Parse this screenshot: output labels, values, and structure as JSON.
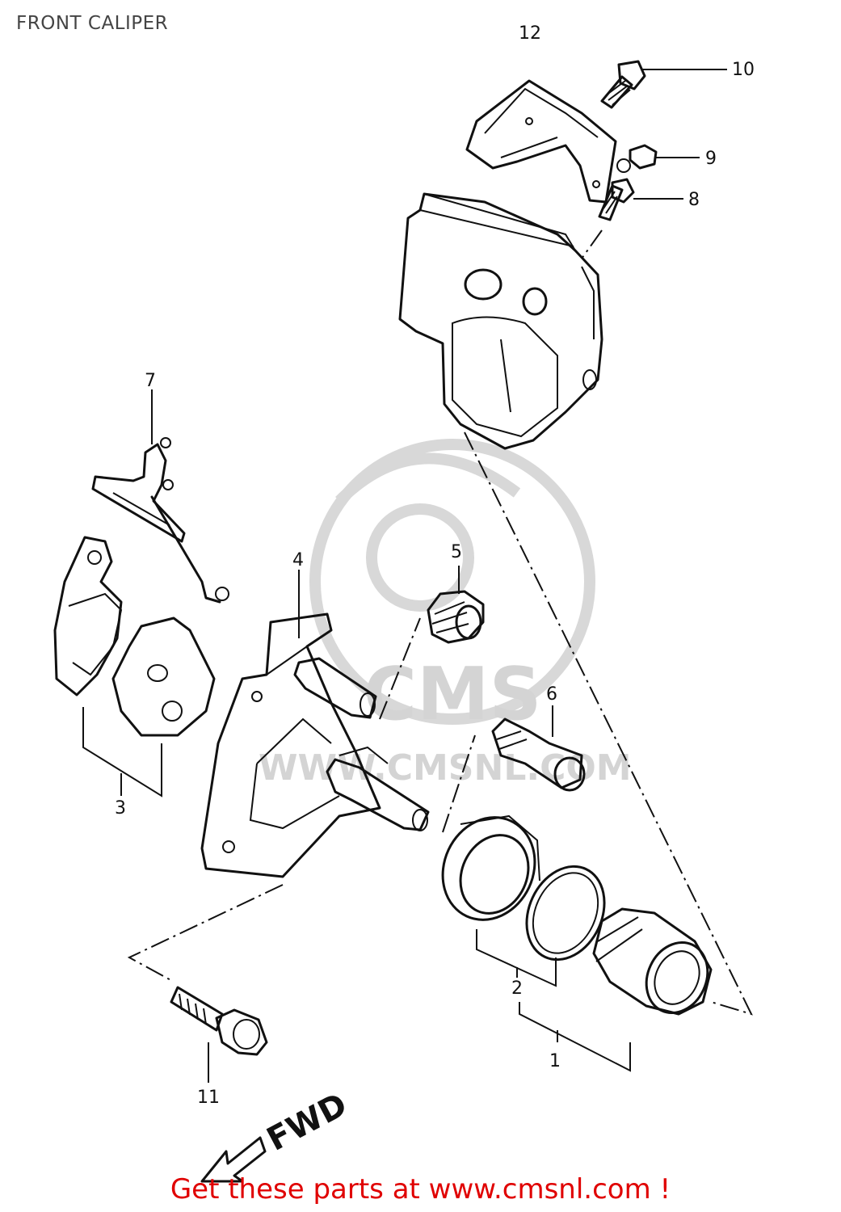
{
  "header": {
    "title": "FRONT CALIPER"
  },
  "callouts": {
    "c1": "1",
    "c2": "2",
    "c3": "3",
    "c4": "4",
    "c5": "5",
    "c6": "6",
    "c7": "7",
    "c8": "8",
    "c9": "9",
    "c10": "10",
    "c11": "11",
    "c12": "12"
  },
  "direction_label": "FWD",
  "watermark": {
    "brand": "CMS",
    "site": "WWW.CMSNL.COM"
  },
  "footer": {
    "text": "Get these parts at www.cmsnl.com !",
    "color": "#e00000"
  }
}
